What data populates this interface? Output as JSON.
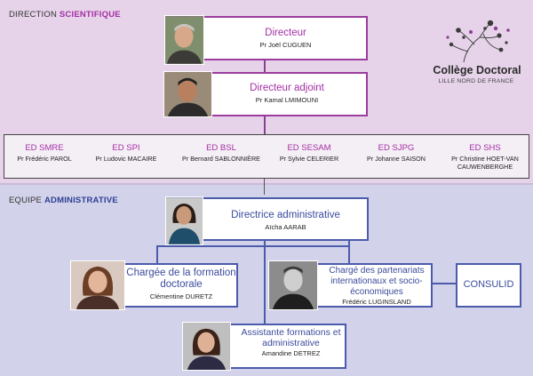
{
  "sections": {
    "direction": {
      "prefix": "DIRECTION ",
      "accent": "SCIENTIFIQUE"
    },
    "equipe": {
      "prefix": "EQUIPE ",
      "accent": "ADMINISTRATIVE"
    }
  },
  "logo": {
    "brand": "Collège Doctoral",
    "tagline": "LILLE NORD DE FRANCE"
  },
  "direction": {
    "directeur": {
      "title": "Directeur",
      "name": "Pr Joël CUGUEN"
    },
    "adjoint": {
      "title": "Directeur adjoint",
      "name": "Pr Kamal  LMIMOUNI"
    }
  },
  "ecoles": [
    {
      "code": "ED SMRE",
      "person": "Pr Frédéric PAROL"
    },
    {
      "code": "ED SPI",
      "person": "Pr Ludovic MACAIRE"
    },
    {
      "code": "ED BSL",
      "person": "Pr Bernard SABLONNIÈRE"
    },
    {
      "code": "ED SESAM",
      "person": "Pr Sylvie CELERIER"
    },
    {
      "code": "ED SJPG",
      "person": "Pr Johanne SAISON"
    },
    {
      "code": "ED SHS",
      "person": "Pr Christine HOET-VAN CAUWENBERGHE"
    }
  ],
  "admin": {
    "directrice": {
      "title": "Directrice administrative",
      "name": "Aïcha AARAB"
    },
    "formation": {
      "title": "Chargée de la formation doctorale",
      "name": "Clémentine DURETZ"
    },
    "partenariats": {
      "title": "Chargé des partenariats internationaux et socio-économiques",
      "name": "Frédéric LUGINSLAND"
    },
    "consulid": {
      "title": "CONSULID"
    },
    "assistante": {
      "title": "Assistante formations et administrative",
      "name": "Amandine DETREZ"
    }
  },
  "colors": {
    "purple": "#a42fa5",
    "blue": "#3c4b9c",
    "top_band": "#e6d3e9",
    "bottom_band": "#d2d2ea"
  }
}
